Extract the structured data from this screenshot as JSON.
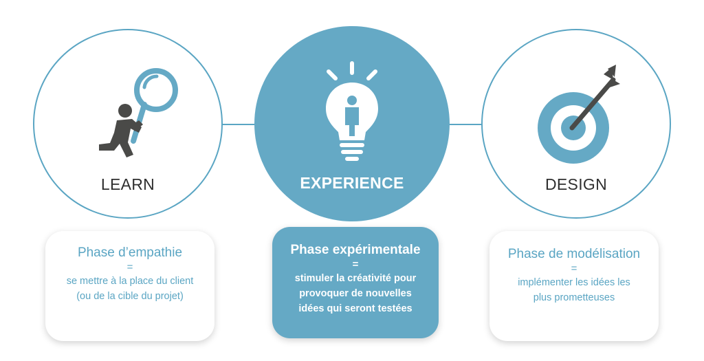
{
  "colors": {
    "accent": "#65a9c5",
    "outline": "#5aa5c3",
    "text_dark": "#2f2f2f",
    "icon_dark": "#4a4a48"
  },
  "phases": [
    {
      "label": "LEARN",
      "icon": "searching-person-magnifier-icon",
      "card": {
        "title": "Phase d’empathie",
        "equals": "=",
        "description_lines": [
          "se mettre à la place du client",
          "(ou de la cible du projet)"
        ]
      }
    },
    {
      "label": "EXPERIENCE",
      "icon": "lightbulb-person-icon",
      "card": {
        "title": "Phase expérimentale",
        "equals": "=",
        "description_lines": [
          "stimuler la créativité pour",
          "provoquer de nouvelles",
          "idées qui seront testées"
        ]
      }
    },
    {
      "label": "DESIGN",
      "icon": "target-arrow-icon",
      "card": {
        "title": "Phase de modélisation",
        "equals": "=",
        "description_lines": [
          "implémenter les idées les",
          "plus prometteuses"
        ]
      }
    }
  ]
}
